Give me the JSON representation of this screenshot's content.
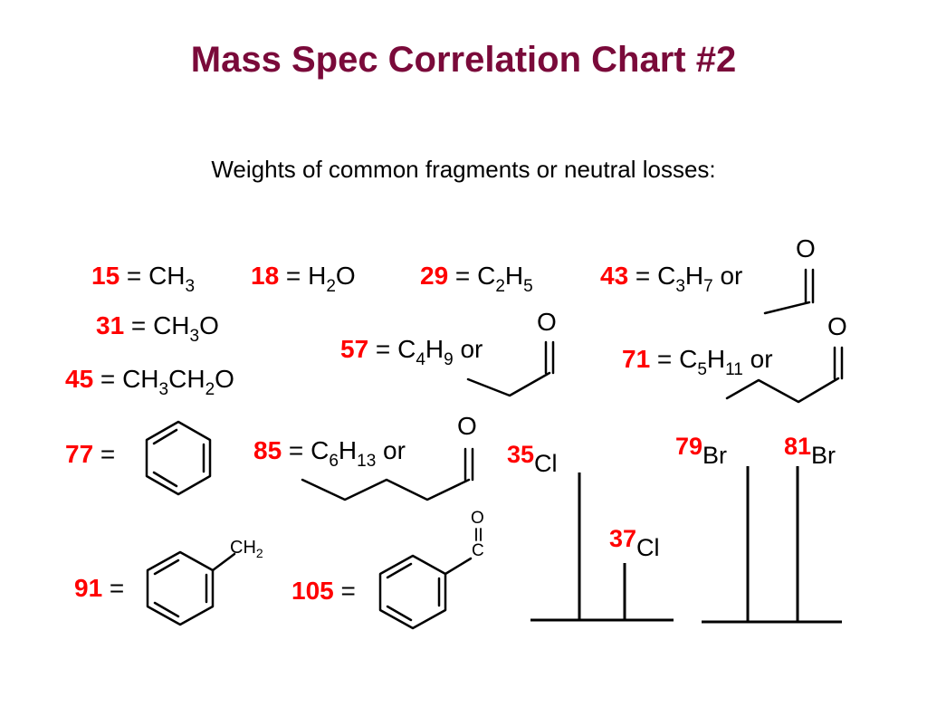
{
  "title": "Mass Spec Correlation Chart #2",
  "subtitle": "Weights of common fragments or neutral losses:",
  "colors": {
    "title": "#7a0a3a",
    "number": "#ff0000",
    "text": "#000000"
  },
  "eq": " = ",
  "or": " or ",
  "o": "O",
  "f15": {
    "num": "15",
    "a": "CH",
    "s1": "3"
  },
  "f18": {
    "num": "18",
    "a": "H",
    "s1": "2",
    "b": "O"
  },
  "f29": {
    "num": "29",
    "a": "C",
    "s1": "2",
    "b": "H",
    "s2": "5"
  },
  "f43": {
    "num": "43",
    "a": "C",
    "s1": "3",
    "b": "H",
    "s2": "7"
  },
  "f31": {
    "num": "31",
    "a": "CH",
    "s1": "3",
    "b": "O"
  },
  "f57": {
    "num": "57",
    "a": "C",
    "s1": "4",
    "b": "H",
    "s2": "9"
  },
  "f71": {
    "num": "71",
    "a": "C",
    "s1": "5",
    "b": "H",
    "s2": "11"
  },
  "f45": {
    "num": "45",
    "a": "CH",
    "s1": "3",
    "b": "CH",
    "s2": "2",
    "c": "O"
  },
  "f77": {
    "num": "77"
  },
  "f85": {
    "num": "85",
    "a": "C",
    "s1": "6",
    "b": "H",
    "s2": "13"
  },
  "f91": {
    "num": "91",
    "ch": "CH",
    "chsub": "2"
  },
  "f105": {
    "num": "105",
    "o": "O",
    "c": "C"
  },
  "chlorine": {
    "num1": "35",
    "label1": "Cl",
    "num2": "37",
    "label2": "Cl"
  },
  "bromine": {
    "num1": "79",
    "label1": "Br",
    "num2": "81",
    "label2": "Br"
  }
}
